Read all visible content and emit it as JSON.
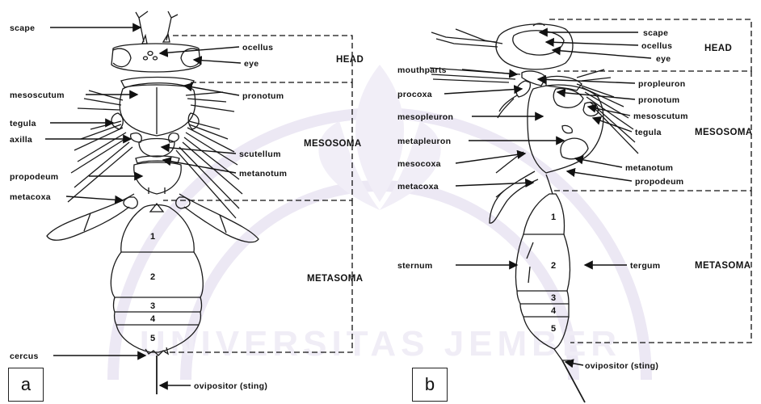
{
  "watermark": {
    "text": "UNIVERSITAS JEMBER",
    "color": "#e9e4f2"
  },
  "panel_a": {
    "tag": "a",
    "labels": {
      "scape": "scape",
      "ocellus": "ocellus",
      "eye": "eye",
      "mesoscutum": "mesoscutum",
      "pronotum": "pronotum",
      "tegula": "tegula",
      "axilla": "axilla",
      "scutellum": "scutellum",
      "propodeum": "propodeum",
      "metanotum": "metanotum",
      "metacoxa": "metacoxa",
      "cercus": "cercus",
      "ovipositor": "ovipositor (sting)"
    },
    "sections": {
      "head": "HEAD",
      "mesosoma": "MESOSOMA",
      "metasoma": "METASOMA"
    },
    "segments": [
      "1",
      "2",
      "3",
      "4",
      "5"
    ]
  },
  "panel_b": {
    "tag": "b",
    "labels": {
      "scape": "scape",
      "ocellus": "ocellus",
      "eye": "eye",
      "mouthparts": "mouthparts",
      "propleuron": "propleuron",
      "procoxa": "procoxa",
      "pronotum": "pronotum",
      "mesopleuron": "mesopleuron",
      "mesoscutum": "mesoscutum",
      "tegula": "tegula",
      "metapleuron": "metapleuron",
      "mesocoxa": "mesocoxa",
      "metanotum": "metanotum",
      "metacoxa": "metacoxa",
      "propodeum": "propodeum",
      "sternum": "sternum",
      "tergum": "tergum",
      "ovipositor": "ovipositor (sting)"
    },
    "sections": {
      "head": "HEAD",
      "mesosoma": "MESOSOMA",
      "metasoma": "METASOMA"
    },
    "segments": [
      "1",
      "2",
      "3",
      "4",
      "5"
    ]
  }
}
